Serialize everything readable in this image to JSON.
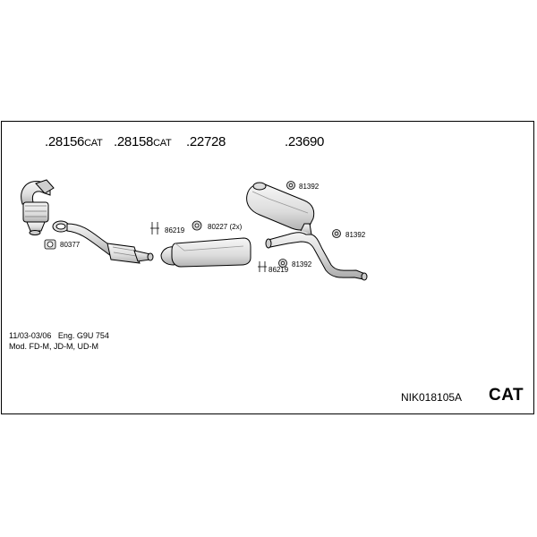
{
  "parts": {
    "p1": {
      "number": ".28156",
      "suffix": "CAT"
    },
    "p2": {
      "number": ".28158",
      "suffix": "CAT"
    },
    "p3": {
      "number": ".22728",
      "suffix": ""
    },
    "p4": {
      "number": ".23690",
      "suffix": ""
    }
  },
  "small_parts": {
    "a": "80377",
    "b": "86219",
    "c": "80227 (2x)",
    "d": "81392",
    "e": "81392",
    "f": "81392",
    "g": "86219"
  },
  "info": {
    "line1": "11/03-03/06   Eng. G9U 754",
    "line2": "Mod. FD-M, JD-M, UD-M"
  },
  "kit_code": "NIK018105A",
  "badge": "CAT",
  "colors": {
    "line": "#000000",
    "part_fill": "#e8e8e8",
    "part_shade": "#bdbdbd"
  }
}
